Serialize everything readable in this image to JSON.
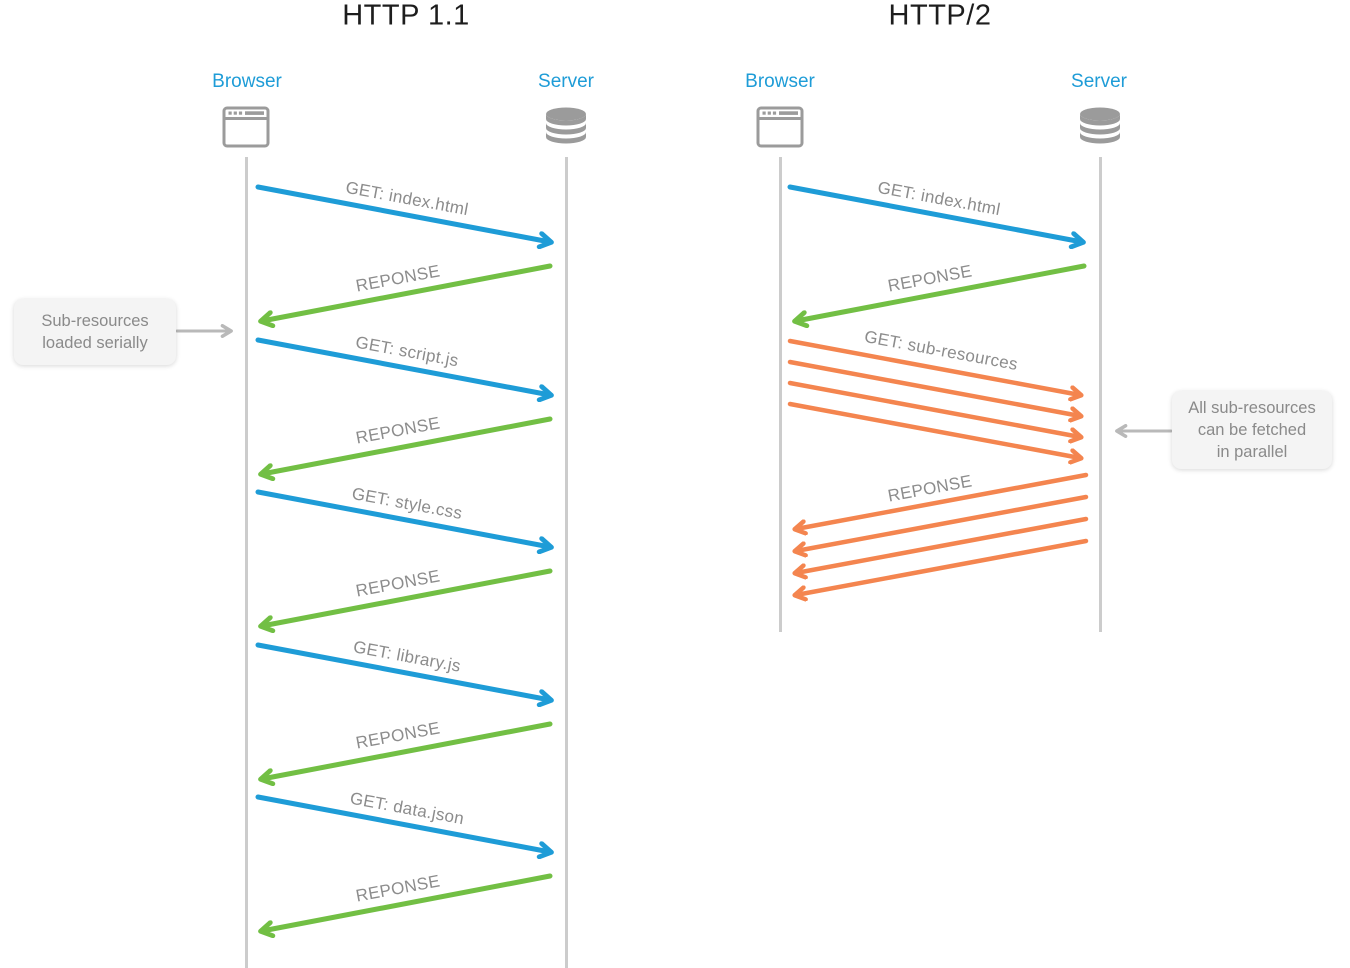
{
  "http11": {
    "title": "HTTP 1.1",
    "browser_label": "Browser",
    "server_label": "Server",
    "messages": [
      {
        "label": "GET: index.html",
        "type": "request",
        "color": "#1e9cd7"
      },
      {
        "label": "REPONSE",
        "type": "response",
        "color": "#72bf44"
      },
      {
        "label": "GET: script.js",
        "type": "request",
        "color": "#1e9cd7"
      },
      {
        "label": "REPONSE",
        "type": "response",
        "color": "#72bf44"
      },
      {
        "label": "GET: style.css",
        "type": "request",
        "color": "#1e9cd7"
      },
      {
        "label": "REPONSE",
        "type": "response",
        "color": "#72bf44"
      },
      {
        "label": "GET: library.js",
        "type": "request",
        "color": "#1e9cd7"
      },
      {
        "label": "REPONSE",
        "type": "response",
        "color": "#72bf44"
      },
      {
        "label": "GET: data.json",
        "type": "request",
        "color": "#1e9cd7"
      },
      {
        "label": "REPONSE",
        "type": "response",
        "color": "#72bf44"
      }
    ]
  },
  "http2": {
    "title": "HTTP/2",
    "browser_label": "Browser",
    "server_label": "Server",
    "messages": [
      {
        "label": "GET: index.html",
        "type": "request",
        "color": "#1e9cd7",
        "parallel_count": 1
      },
      {
        "label": "REPONSE",
        "type": "response",
        "color": "#72bf44",
        "parallel_count": 1
      },
      {
        "label": "GET: sub-resources",
        "type": "request-multi",
        "color": "#f4854f",
        "parallel_count": 4
      },
      {
        "label": "REPONSE",
        "type": "response-multi",
        "color": "#f4854f",
        "parallel_count": 4
      }
    ]
  },
  "callouts": {
    "serial": {
      "lines": [
        "Sub-resources",
        "loaded serially"
      ]
    },
    "parallel": {
      "lines": [
        "All sub-resources",
        "can be fetched",
        "in parallel"
      ]
    }
  },
  "icons": {
    "browser": "browser-window-icon",
    "server": "database-icon"
  },
  "colors": {
    "request_blue": "#1e9cd7",
    "response_green": "#72bf44",
    "parallel_orange": "#f4854f",
    "lifeline_gray": "#cccccc",
    "icon_gray": "#9b9b9b",
    "message_label_gray": "#8c8c8c",
    "endpoint_label_blue": "#1e9cd7",
    "callout_bg": "#f4f4f4",
    "callout_text": "#8a8a8a",
    "callout_arrow_gray": "#b9b9b9",
    "title_dark": "#1d1d1d"
  }
}
